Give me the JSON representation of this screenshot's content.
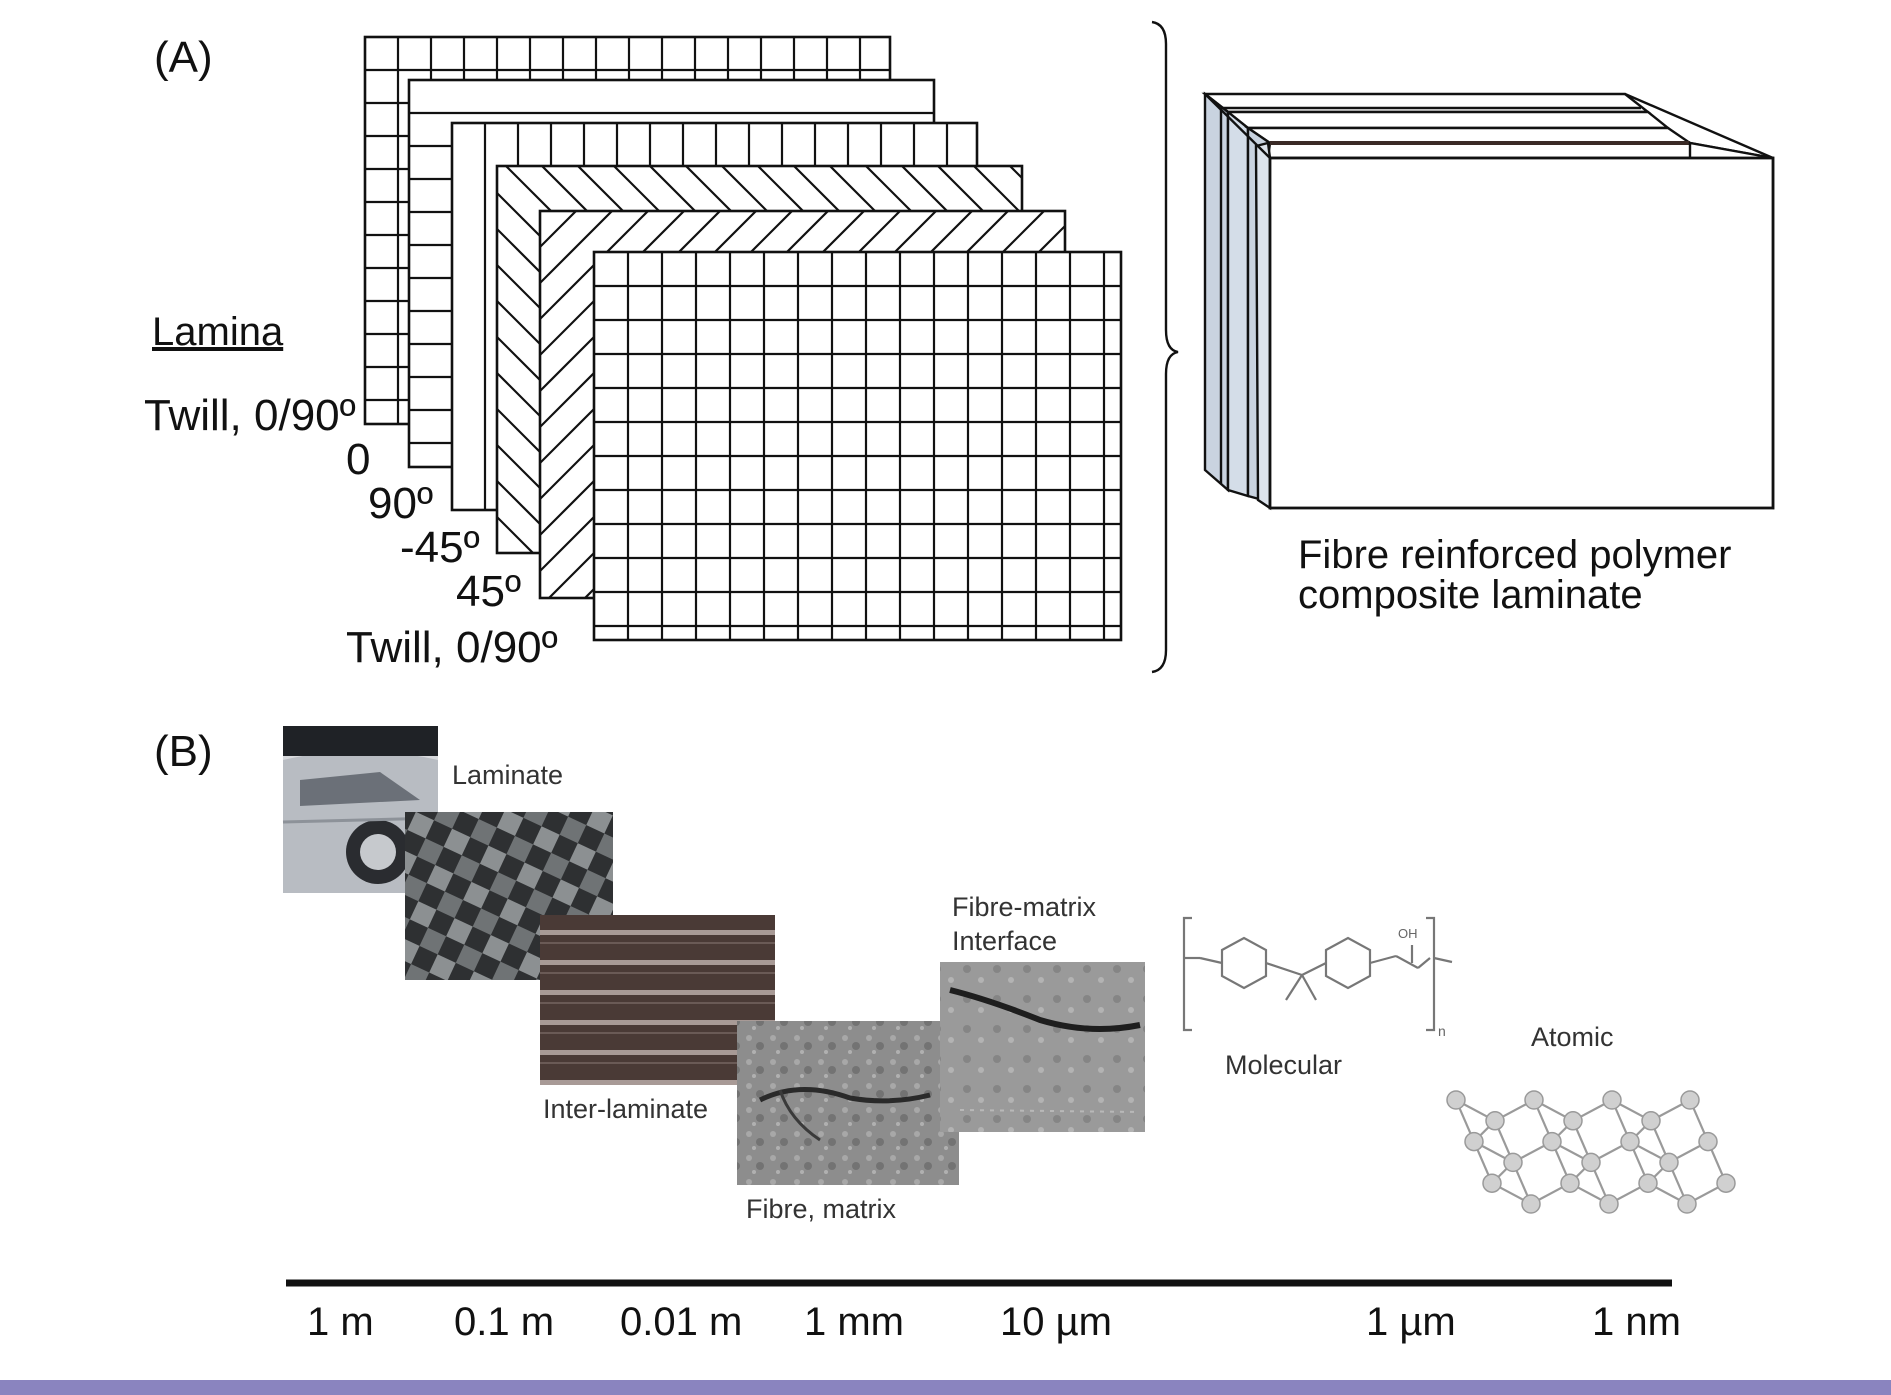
{
  "panel_a": {
    "tag": "(A)",
    "heading": "Lamina",
    "ply_labels": [
      "Twill, 0/90º",
      "0",
      "90º",
      "-45º",
      "45º",
      "Twill, 0/90º"
    ],
    "laminate_caption_line1": "Fibre reinforced polymer",
    "laminate_caption_line2": "composite laminate"
  },
  "panel_b": {
    "tag": "(B)",
    "scales": [
      "Laminate",
      "Inter-laminate",
      "Fibre, matrix",
      "Fibre-matrix",
      "Interface",
      "Molecular",
      "Atomic"
    ],
    "chem_labels": [
      "OH",
      "n"
    ],
    "axis_ticks": [
      "1 m",
      "0.1 m",
      "0.01 m",
      "1 mm",
      "10 µm",
      "1 µm",
      "1 nm"
    ]
  },
  "colors": {
    "line": "#111111",
    "bottom_bar": "#8a84bf",
    "car_body": "#b8bcc2",
    "carbon_dark": "#2e3032",
    "carbon_light": "#8c9092",
    "interlaminate_dark": "#4a3a36",
    "interlaminate_light": "#a89a96",
    "sem_gray": "#8d8d8d",
    "atom_fill": "#d0d0d0"
  }
}
